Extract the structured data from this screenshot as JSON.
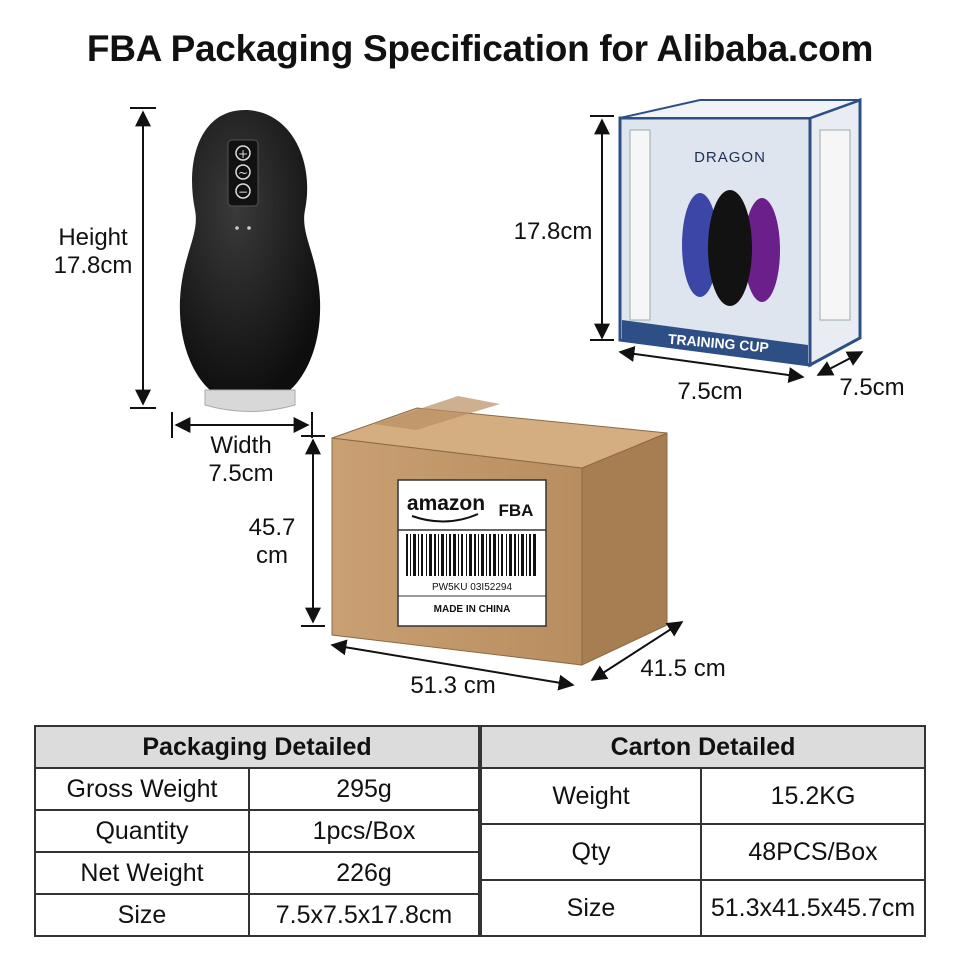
{
  "title": "FBA Packaging Specification for Alibaba.com",
  "product": {
    "height_label": "Height",
    "height_value": "17.8cm",
    "width_label": "Width",
    "width_value": "7.5cm",
    "buttons": [
      "+",
      "~",
      "−"
    ]
  },
  "retail_box": {
    "brand": "DRAGON",
    "name": "TRAINING CUP",
    "height": "17.8cm",
    "width": "7.5cm",
    "depth": "7.5cm"
  },
  "carton": {
    "label_brand": "amazon",
    "label_suffix": "FBA",
    "barcode_text": "PW5KU 03I52294",
    "origin": "MADE IN CHINA",
    "height_line1": "45.7",
    "height_line2": "cm",
    "length": "51.3 cm",
    "depth": "41.5 cm"
  },
  "packaging_table": {
    "header": "Packaging Detailed",
    "rows": [
      {
        "label": "Gross Weight",
        "value": "295g"
      },
      {
        "label": "Quantity",
        "value": "1pcs/Box"
      },
      {
        "label": "Net Weight",
        "value": "226g"
      },
      {
        "label": "Size",
        "value": "7.5x7.5x17.8cm"
      }
    ]
  },
  "carton_table": {
    "header": "Carton Detailed",
    "rows": [
      {
        "label": "Weight",
        "value": "15.2KG"
      },
      {
        "label": "Qty",
        "value": "48PCS/Box"
      },
      {
        "label": "Size",
        "value": "51.3x41.5x45.7cm"
      }
    ]
  },
  "colors": {
    "carton": "#c49a6c",
    "carton_dark": "#a77d52",
    "box_blue": "#2d4f86",
    "product": "#1c1c1c",
    "header_bg": "#dcdcdc"
  }
}
